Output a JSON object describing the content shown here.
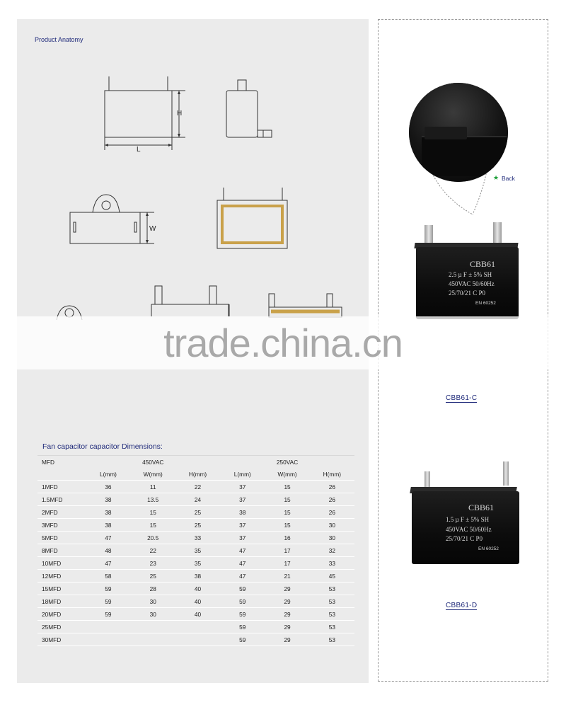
{
  "anatomy": {
    "title": "Product Anatomy",
    "dim_h": "H",
    "dim_l": "L",
    "dim_w": "W"
  },
  "watermark": "trade.china.cn",
  "dimensions": {
    "title": "Fan capacitor capacitor Dimensions:",
    "mfd_header": "MFD",
    "group_450": "450VAC",
    "group_250": "250VAC",
    "sub_headers": [
      "L(mm)",
      "W(mm)",
      "H(mm)",
      "L(mm)",
      "W(mm)",
      "H(mm)"
    ],
    "rows": [
      [
        "1MFD",
        "36",
        "11",
        "22",
        "37",
        "15",
        "26"
      ],
      [
        "1.5MFD",
        "38",
        "13.5",
        "24",
        "37",
        "15",
        "26"
      ],
      [
        "2MFD",
        "38",
        "15",
        "25",
        "38",
        "15",
        "26"
      ],
      [
        "3MFD",
        "38",
        "15",
        "25",
        "37",
        "15",
        "30"
      ],
      [
        "5MFD",
        "47",
        "20.5",
        "33",
        "37",
        "16",
        "30"
      ],
      [
        "8MFD",
        "48",
        "22",
        "35",
        "47",
        "17",
        "32"
      ],
      [
        "10MFD",
        "47",
        "23",
        "35",
        "47",
        "17",
        "33"
      ],
      [
        "12MFD",
        "58",
        "25",
        "38",
        "47",
        "21",
        "45"
      ],
      [
        "15MFD",
        "59",
        "28",
        "40",
        "59",
        "29",
        "53"
      ],
      [
        "18MFD",
        "59",
        "30",
        "40",
        "59",
        "29",
        "53"
      ],
      [
        "20MFD",
        "59",
        "30",
        "40",
        "59",
        "29",
        "53"
      ],
      [
        "25MFD",
        "",
        "",
        "",
        "59",
        "29",
        "53"
      ],
      [
        "30MFD",
        "",
        "",
        "",
        "59",
        "29",
        "53"
      ]
    ]
  },
  "products": {
    "back_label": "Back",
    "cap1": {
      "model": "CBB61-C",
      "line1": "CBB61",
      "line2": "2.5 µ F ± 5%   SH",
      "line3": "450VAC 50/60Hz",
      "line4": "25/70/21   C   P0",
      "line5": "EN 60252"
    },
    "cap2": {
      "model": "CBB61-D",
      "line1": "CBB61",
      "line2": "1.5 µ F ± 5%   SH",
      "line3": "450VAC 50/60Hz",
      "line4": "25/70/21   C   P0",
      "line5": "EN 60252"
    }
  }
}
